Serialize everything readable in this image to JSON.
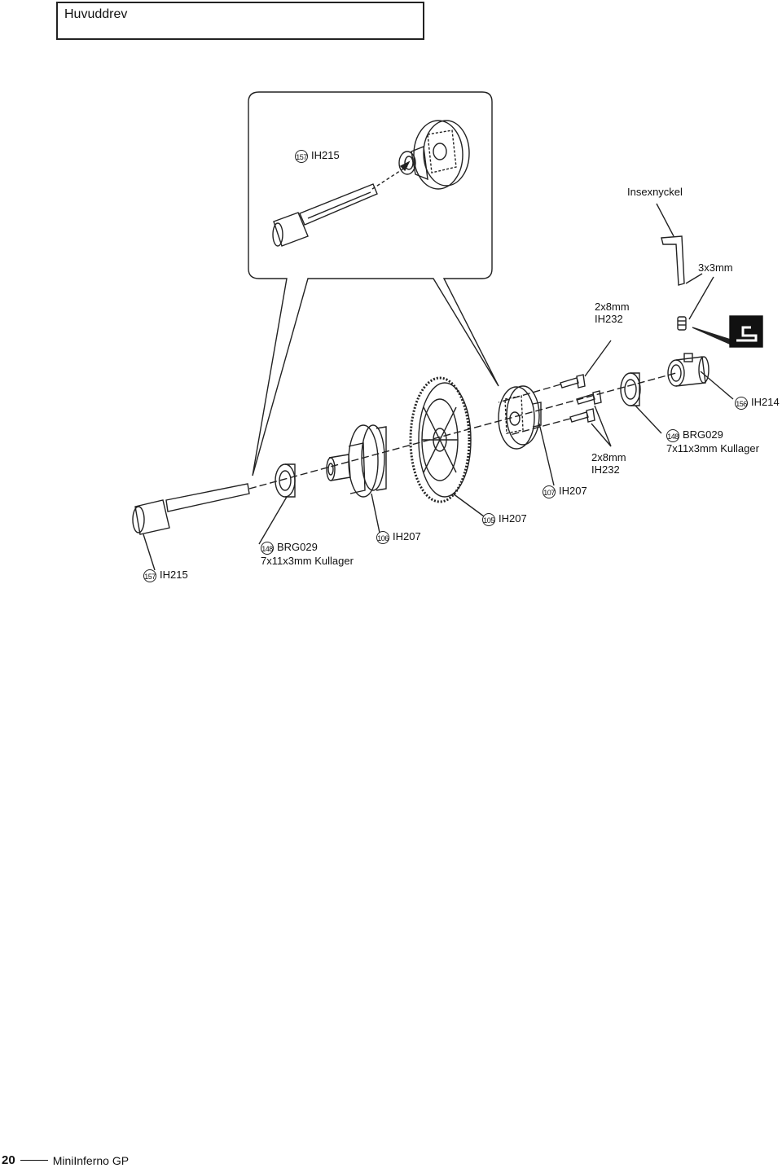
{
  "section_title": "Huvuddrev",
  "callouts": {
    "inset_shaft": {
      "num": "157",
      "code": "IH215"
    },
    "hex_key": {
      "name": "Insexnyckel",
      "size": "3x3mm"
    },
    "screw_top": {
      "size": "2x8mm",
      "code": "IH232"
    },
    "screw_bottom": {
      "size": "2x8mm",
      "code": "IH232"
    },
    "cup_right": {
      "num": "156",
      "code": "IH214"
    },
    "bearing_right": {
      "num": "148",
      "code": "BRG029",
      "desc": "7x11x3mm  Kullager"
    },
    "plate": {
      "num": "107",
      "code": "IH207"
    },
    "gear": {
      "num": "105",
      "code": "IH207"
    },
    "housing": {
      "num": "106",
      "code": "IH207"
    },
    "bearing_left": {
      "num": "148",
      "code": "BRG029",
      "desc": "7x11x3mm  Kullager"
    },
    "shaft_left": {
      "num": "157",
      "code": "IH215"
    }
  },
  "footer": {
    "page": "20",
    "product": "MiniInferno GP"
  }
}
